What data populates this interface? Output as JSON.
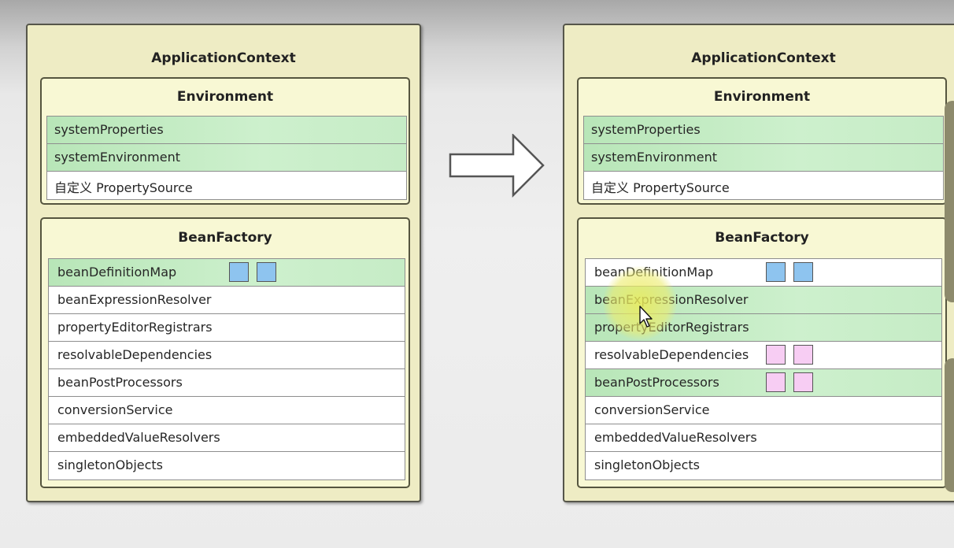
{
  "left_panel": {
    "title": "ApplicationContext",
    "environment": {
      "title": "Environment",
      "rows": [
        {
          "label": "systemProperties",
          "highlight": "green"
        },
        {
          "label": "systemEnvironment",
          "highlight": "green"
        },
        {
          "label": "自定义 PropertySource",
          "highlight": "none"
        }
      ]
    },
    "bean_factory": {
      "title": "BeanFactory",
      "rows": [
        {
          "label": "beanDefinitionMap",
          "highlight": "green",
          "squares": [
            "blue",
            "blue"
          ]
        },
        {
          "label": "beanExpressionResolver",
          "highlight": "none"
        },
        {
          "label": "propertyEditorRegistrars",
          "highlight": "none"
        },
        {
          "label": "resolvableDependencies",
          "highlight": "none"
        },
        {
          "label": "beanPostProcessors",
          "highlight": "none"
        },
        {
          "label": "conversionService",
          "highlight": "none"
        },
        {
          "label": "embeddedValueResolvers",
          "highlight": "none"
        },
        {
          "label": "singletonObjects",
          "highlight": "none"
        }
      ]
    }
  },
  "right_panel": {
    "title": "ApplicationContext",
    "environment": {
      "title": "Environment",
      "rows": [
        {
          "label": "systemProperties",
          "highlight": "green"
        },
        {
          "label": "systemEnvironment",
          "highlight": "green"
        },
        {
          "label": "自定义 PropertySource",
          "highlight": "none"
        }
      ]
    },
    "bean_factory": {
      "title": "BeanFactory",
      "rows": [
        {
          "label": "beanDefinitionMap",
          "highlight": "none",
          "squares": [
            "blue",
            "blue"
          ]
        },
        {
          "label": "beanExpressionResolver",
          "highlight": "green"
        },
        {
          "label": "propertyEditorRegistrars",
          "highlight": "green"
        },
        {
          "label": "resolvableDependencies",
          "highlight": "none",
          "squares": [
            "pink",
            "pink"
          ]
        },
        {
          "label": "beanPostProcessors",
          "highlight": "green",
          "squares": [
            "pink",
            "pink"
          ]
        },
        {
          "label": "conversionService",
          "highlight": "none"
        },
        {
          "label": "embeddedValueResolvers",
          "highlight": "none"
        },
        {
          "label": "singletonObjects",
          "highlight": "none"
        }
      ]
    }
  },
  "arrow_icon": "right-arrow-icon",
  "colors": {
    "panel_bg": "#eeecc4",
    "group_bg": "#f8f8d4",
    "row_green": "#c6ecc6",
    "square_blue": "#8ec4ef",
    "square_pink": "#f7cdf3"
  }
}
